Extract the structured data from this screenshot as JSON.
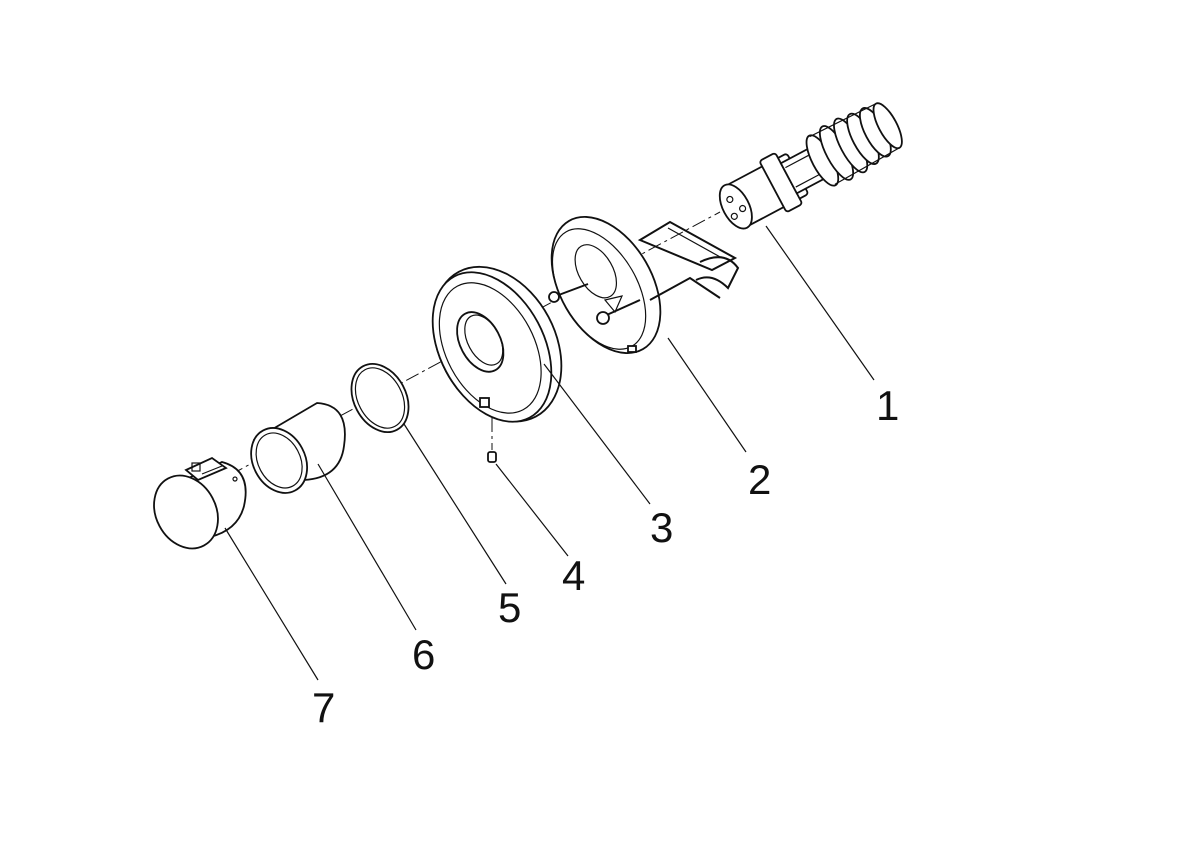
{
  "diagram": {
    "type": "exploded-parts-view",
    "callouts": [
      {
        "id": "1",
        "part": "cartridge"
      },
      {
        "id": "2",
        "part": "mounting-plate"
      },
      {
        "id": "3",
        "part": "escutcheon"
      },
      {
        "id": "4",
        "part": "set-screw"
      },
      {
        "id": "5",
        "part": "o-ring"
      },
      {
        "id": "6",
        "part": "sleeve"
      },
      {
        "id": "7",
        "part": "handle"
      }
    ]
  }
}
